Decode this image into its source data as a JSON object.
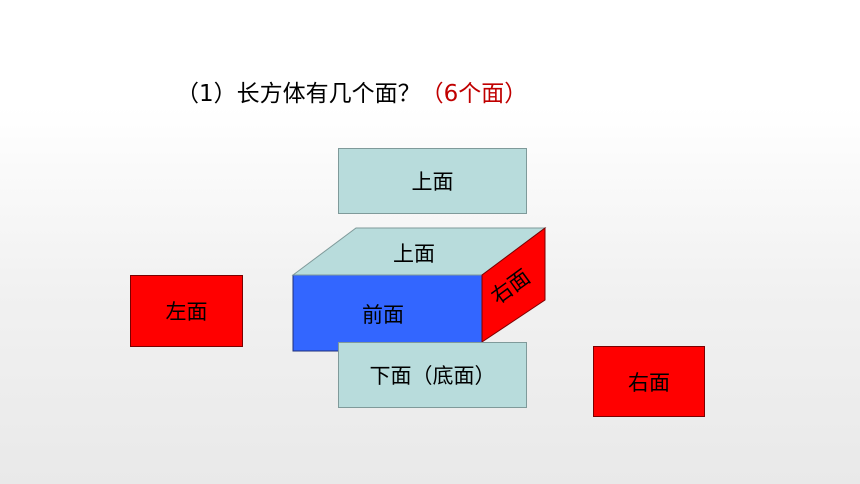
{
  "question": {
    "prefix": "（1）长方体有几个面？",
    "answer": "（6个面）"
  },
  "faces": {
    "top_detached": "上面",
    "left": "左面",
    "right_detached": "右面",
    "bottom": "下面（底面）"
  },
  "cuboid": {
    "top": "上面",
    "front": "前面",
    "right": "右面"
  },
  "colors": {
    "answer": "#c00000",
    "teal_face": "#b8dcdc",
    "red_face": "#ff0000",
    "front_face": "#3366ff"
  }
}
